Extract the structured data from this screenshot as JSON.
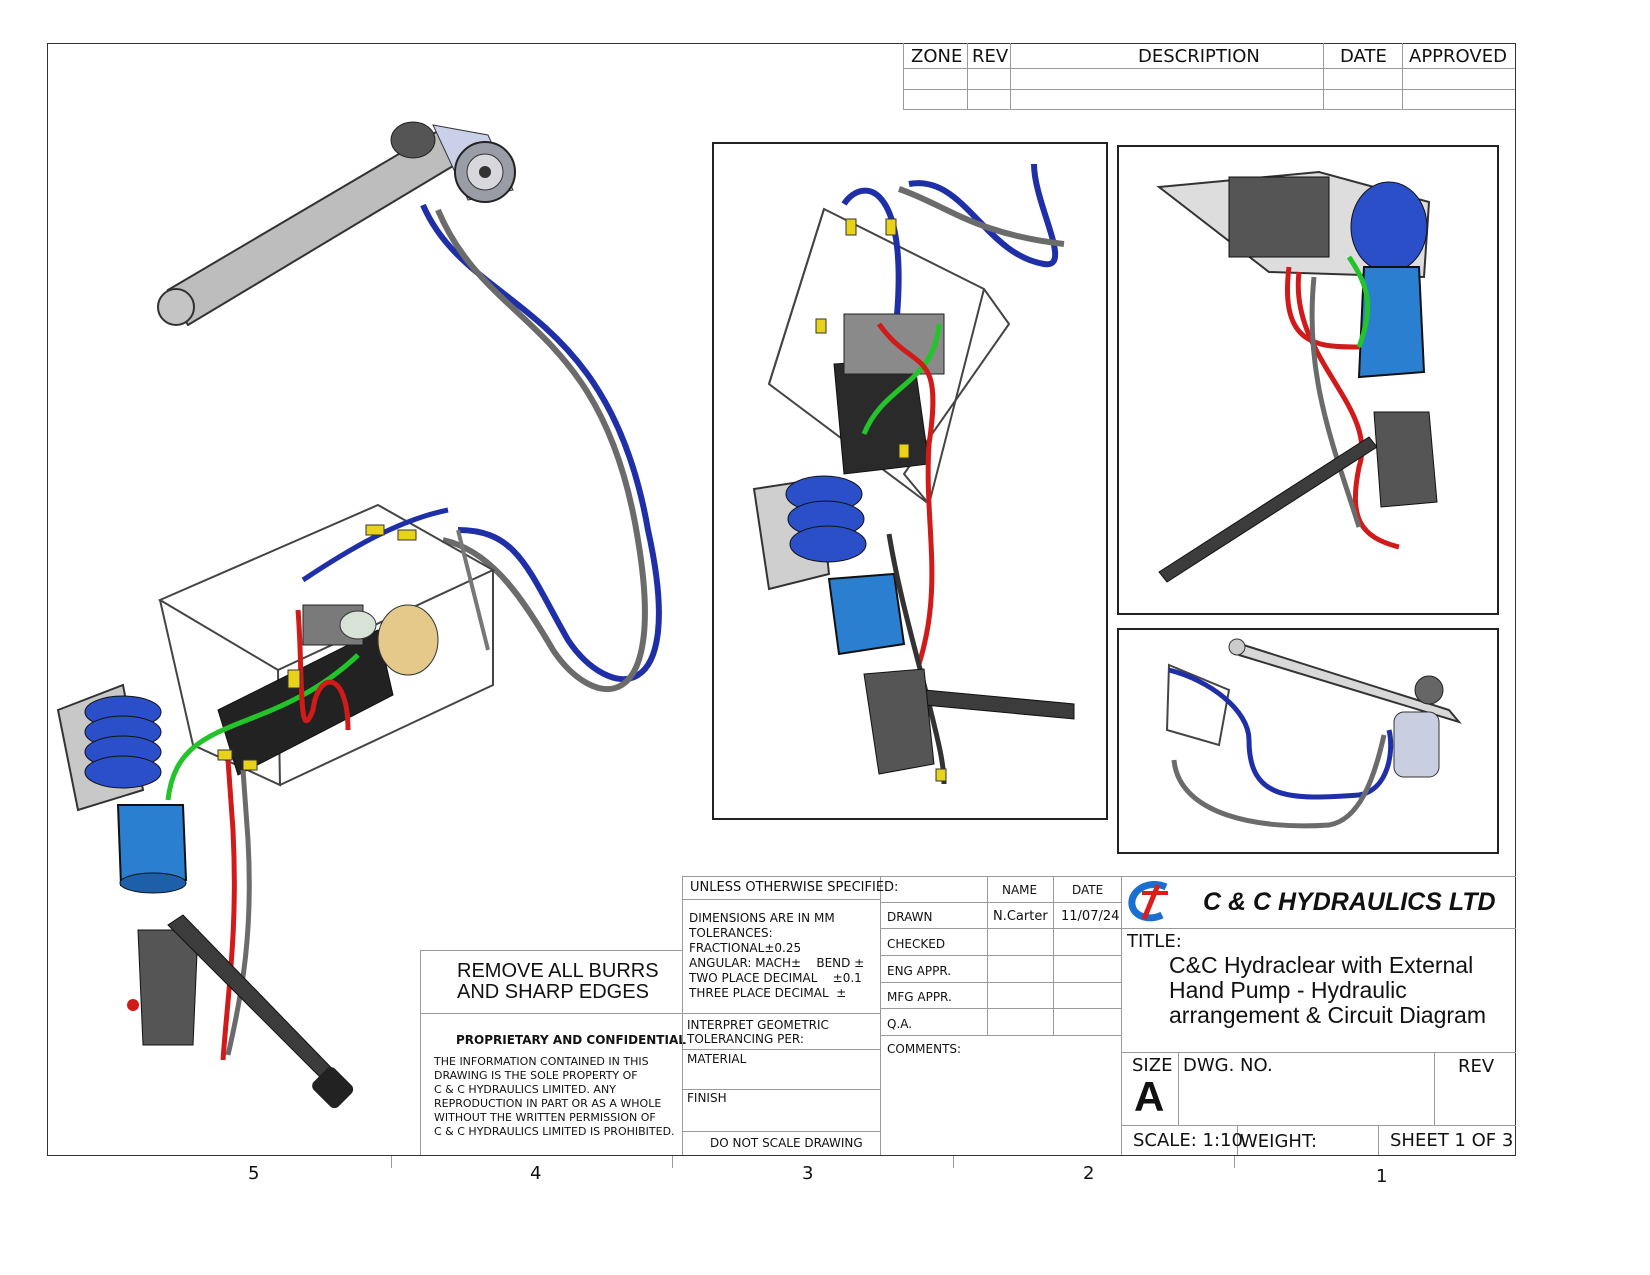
{
  "revision_table": {
    "headers": [
      "ZONE",
      "REV",
      "DESCRIPTION",
      "DATE",
      "APPROVED"
    ]
  },
  "zones": [
    "5",
    "4",
    "3",
    "2",
    "1"
  ],
  "notes": {
    "burrs": "REMOVE ALL BURRS",
    "edges": "AND SHARP EDGES",
    "proprietary_title": "PROPRIETARY AND CONFIDENTIAL",
    "proprietary_lines": [
      "THE INFORMATION CONTAINED IN THIS",
      "DRAWING IS THE SOLE PROPERTY OF",
      "C & C HYDRAULICS LIMITED.  ANY",
      "REPRODUCTION IN PART OR AS A WHOLE",
      "WITHOUT THE WRITTEN PERMISSION OF",
      "C & C HYDRAULICS LIMITED IS PROHIBITED."
    ]
  },
  "tolerances": {
    "heading": "UNLESS OTHERWISE SPECIFIED:",
    "lines": [
      "DIMENSIONS ARE IN MM",
      "TOLERANCES:",
      "FRACTIONAL±0.25",
      "ANGULAR: MACH±    BEND ±",
      "TWO PLACE DECIMAL    ±0.1",
      "THREE PLACE DECIMAL  ±"
    ],
    "interpret": [
      "INTERPRET GEOMETRIC",
      "TOLERANCING PER:"
    ],
    "material": "MATERIAL",
    "finish": "FINISH",
    "do_not_scale": "DO NOT SCALE DRAWING"
  },
  "approvals": {
    "name_header": "NAME",
    "date_header": "DATE",
    "rows": [
      {
        "label": "DRAWN",
        "name": "N.Carter",
        "date": "11/07/24"
      },
      {
        "label": "CHECKED",
        "name": "",
        "date": ""
      },
      {
        "label": "ENG APPR.",
        "name": "",
        "date": ""
      },
      {
        "label": "MFG APPR.",
        "name": "",
        "date": ""
      },
      {
        "label": "Q.A.",
        "name": "",
        "date": ""
      }
    ],
    "comments": "COMMENTS:"
  },
  "title_block": {
    "company": "C & C HYDRAULICS LTD",
    "title_label": "TITLE:",
    "title_lines": [
      "C&C Hydraclear with External",
      "Hand Pump - Hydraulic",
      "arrangement & Circuit Diagram"
    ],
    "size_label": "SIZE",
    "size_value": "A",
    "dwg_no_label": "DWG.  NO.",
    "rev_label": "REV",
    "scale": "SCALE: 1:10",
    "weight": "WEIGHT:",
    "sheet": "SHEET 1 OF 3"
  },
  "colors": {
    "hose_blue": "#1f2fa8",
    "hose_grey": "#6b6b6b",
    "hose_red": "#d11a1a",
    "hose_green": "#22c42a",
    "component_blue": "#2b7fd0",
    "fitting_yellow": "#e8d21a",
    "logo_blue": "#1b6fd0",
    "logo_red": "#d81e1e"
  }
}
